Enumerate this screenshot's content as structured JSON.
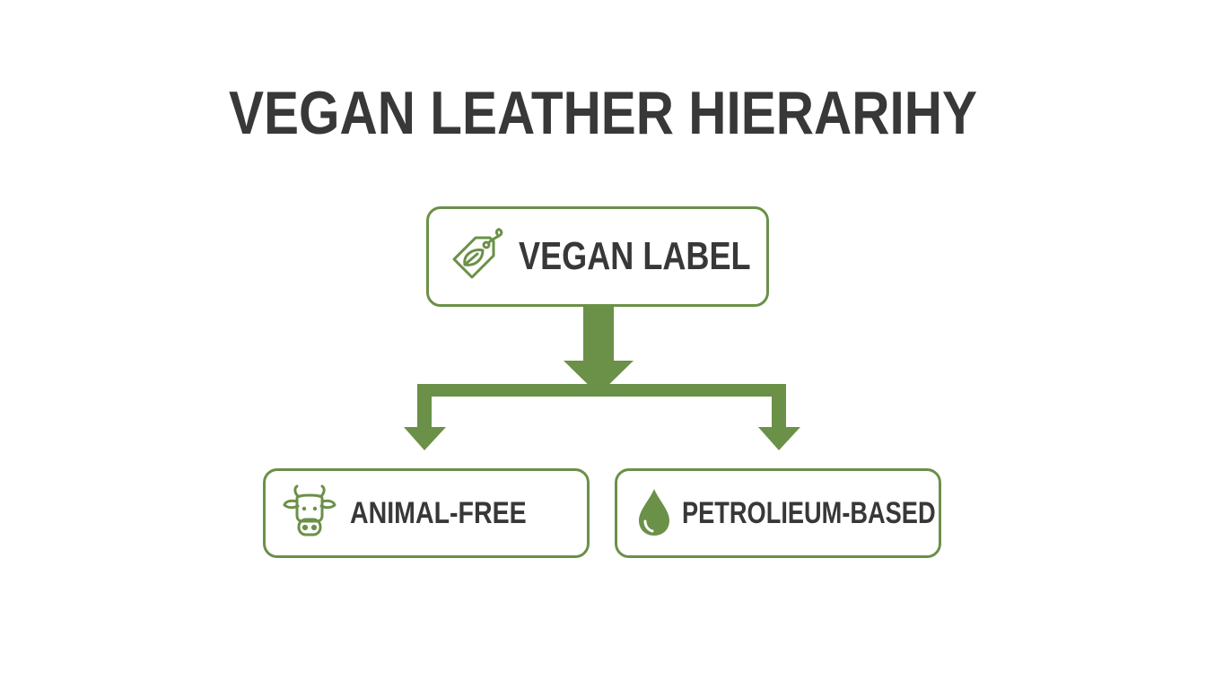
{
  "title": "VEGAN LEATHER HIERARIHY",
  "colors": {
    "accent": "#6b9048",
    "text": "#383838",
    "background": "#ffffff"
  },
  "nodes": {
    "top": {
      "label": "VEGAN LABEL",
      "icon": "leaf-tag-icon"
    },
    "left": {
      "label": "ANIMAL-FREE",
      "icon": "cow-icon"
    },
    "right": {
      "label": "PETROLIEUM-BASED",
      "icon": "oil-drop-icon"
    }
  },
  "edges": [
    {
      "from": "top",
      "to": "left"
    },
    {
      "from": "top",
      "to": "right"
    }
  ]
}
